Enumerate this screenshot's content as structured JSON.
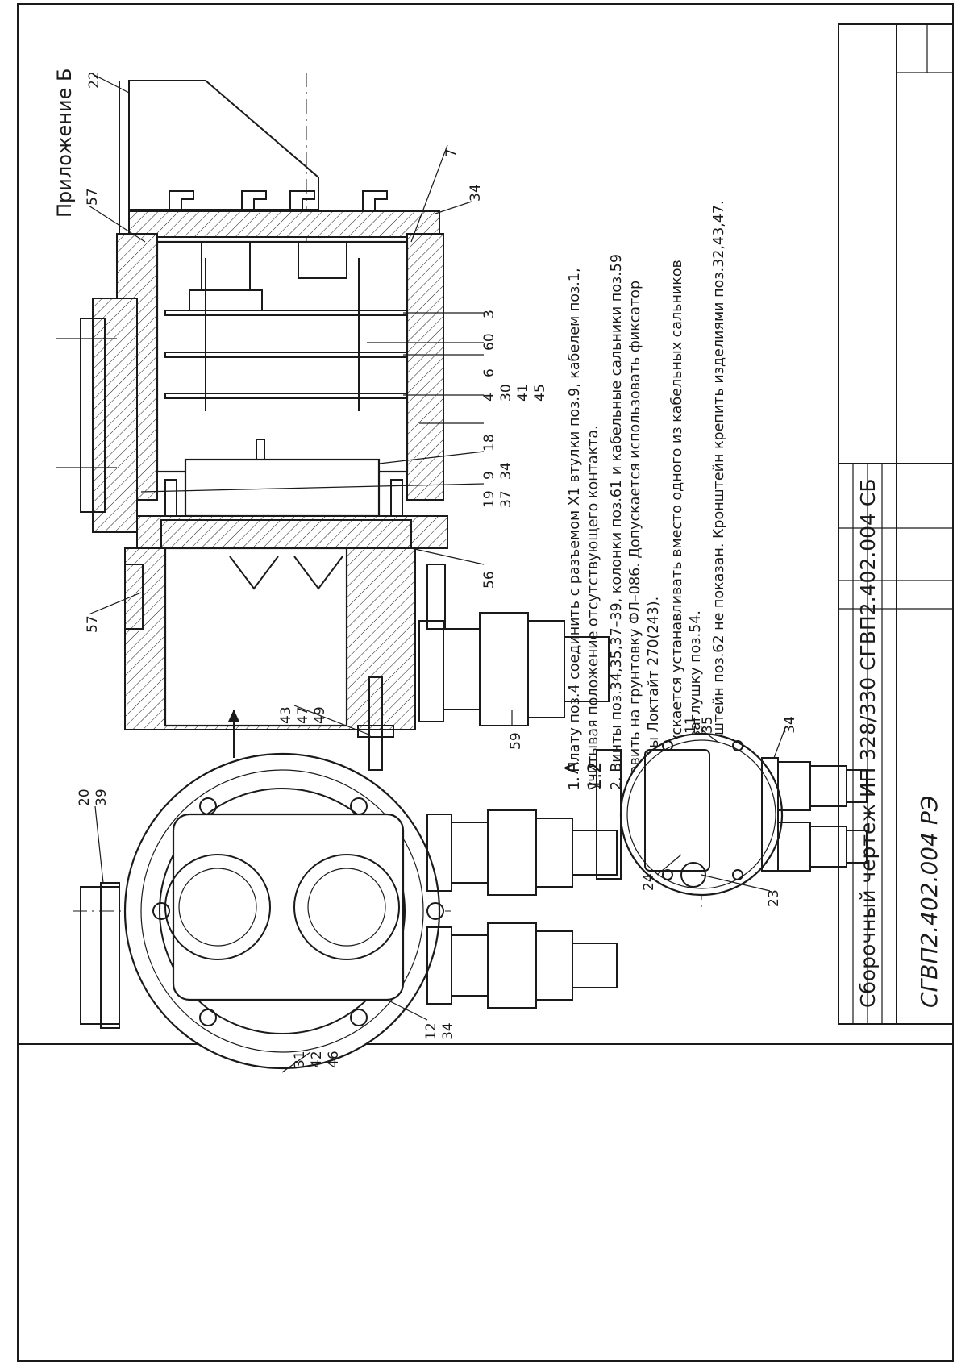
{
  "appendix": "Приложение Б",
  "title": "Сборочный чертеж ИП 328/330 СГВП2.402.004 СБ",
  "doc_code": "СГВП2.402.004 РЭ",
  "view_label": "А",
  "view_scale": "1:2",
  "view_arrow": "А",
  "notes": [
    "1. Плату поз.4 соединить с разъемом Х1 втулки поз.9, кабелем поз.1,",
    "    учитывая положение отсутствующего контакта.",
    "2. Винты поз.34,35,37–39, колонки поз.61 и кабельные сальники поз.59",
    "    ставить на грунтовку ФЛ–086. Допускается использовать фиксатор",
    "    резьбы Локтайт 270(243).",
    "3. Допускается устанавливать вместо одного из кабельных сальников",
    "    поз.59 заглушку поз.54.",
    "4. Кронштейн поз.62 не показан. Кронштейн крепить изделиями поз.32,43,47."
  ],
  "labels": {
    "p22": "22",
    "p57a": "57",
    "p57b": "57",
    "p7": "7",
    "p34a": "34",
    "p3": "3",
    "p60": "60",
    "p6": "6",
    "p4": "4",
    "p30": "30",
    "p41": "41",
    "p45": "45",
    "p18": "18",
    "p9": "9",
    "p34b": "34",
    "p19": "19",
    "p37": "37",
    "p56": "56",
    "p43": "43",
    "p47": "47",
    "p49": "49",
    "p59": "59",
    "p20": "20",
    "p39": "39",
    "p12": "12",
    "p34c": "34",
    "p31": "31",
    "p42": "42",
    "p46": "46",
    "p11": "11",
    "p35": "35",
    "p34d": "34",
    "p24": "24",
    "p23": "23"
  }
}
